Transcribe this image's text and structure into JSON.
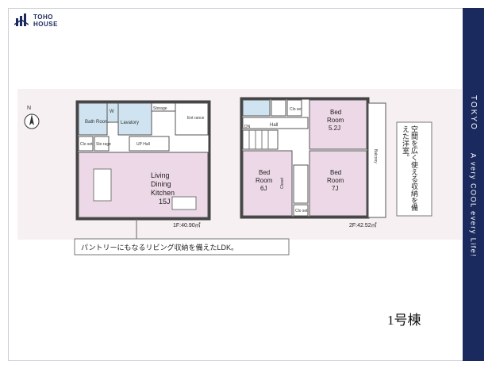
{
  "brand": {
    "line1": "TOHO",
    "line2": "HOUSE"
  },
  "side": {
    "city": "TOKYO",
    "slogan": "A very COOL every Life!"
  },
  "floor1": {
    "bath": "Bath Room",
    "wc": "W",
    "lavatory": "Lavatory",
    "storage": "Storage",
    "entrance": "Ent rance",
    "clo": "Clo set",
    "sto": "Sto rage",
    "ldk_line1": "Living",
    "ldk_line2": "Dining",
    "ldk_line3": "Kitchen",
    "ldk_size": "15J",
    "hall": "UP Hall",
    "area": "1F:40.90㎡"
  },
  "floor2": {
    "dn": "DN",
    "hall": "Hall",
    "bed1_line1": "Bed",
    "bed1_line2": "Room",
    "bed1_size": "5.2J",
    "bed2_line1": "Bed",
    "bed2_line2": "Room",
    "bed2_size": "6J",
    "bed3_line1": "Bed",
    "bed3_line2": "Room",
    "bed3_size": "7J",
    "closet": "Closet",
    "clo": "Clo set",
    "balcony": "Balcony",
    "area": "2F:42.52㎡"
  },
  "captions": {
    "ldk_note": "パントリーにもなるリビング収納を備えたLDK。",
    "room_note": "空間を広く使える収納を備えた洋室。"
  },
  "building": "1号棟",
  "compass": "N"
}
